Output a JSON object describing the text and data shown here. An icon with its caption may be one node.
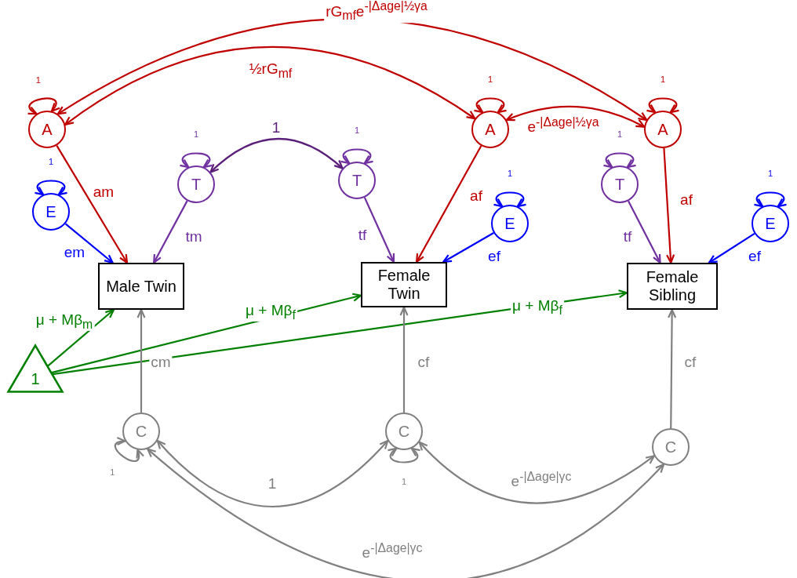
{
  "diagram": {
    "nodes": [
      {
        "text": [
          "A"
        ]
      },
      {
        "text": [
          "T"
        ]
      },
      {
        "text": [
          "T"
        ]
      },
      {
        "text": [
          "A"
        ]
      },
      {
        "text": [
          "A"
        ]
      },
      {
        "text": [
          "E"
        ]
      },
      {
        "text": [
          "T"
        ]
      },
      {
        "text": [
          "E"
        ]
      },
      {
        "text": [
          "E"
        ]
      },
      {
        "text": [
          "Male Twin"
        ]
      },
      {
        "text": [
          "Female Twin"
        ]
      },
      {
        "text": [
          "Female Sibling"
        ]
      },
      {
        "text": [
          "1"
        ]
      },
      {
        "text": [
          "C"
        ]
      },
      {
        "text": [
          "C"
        ]
      },
      {
        "text": [
          "C"
        ]
      }
    ],
    "edges": [
      {
        "from": 0,
        "to": 4,
        "arrow": "both",
        "label": "rG$_{mf}$e$^{-|Δage|½γa}$",
        "color": "#c00000"
      },
      {
        "from": 0,
        "to": 3,
        "arrow": "both",
        "label": "½rG$_{mf}$",
        "color": "#c00000"
      },
      {
        "from": 3,
        "to": 4,
        "arrow": "both",
        "label": "e$^{-|Δage|½γa}$",
        "color": "#c00000"
      },
      {
        "from": 1,
        "to": 2,
        "arrow": "both",
        "label": "1",
        "color": "#5b1f7a"
      },
      {
        "from": 0,
        "to": 0,
        "arrow": "both",
        "label": "1",
        "color": "#c00000"
      },
      {
        "from": 3,
        "to": 3,
        "arrow": "both",
        "label": "1",
        "color": "#c00000"
      },
      {
        "from": 4,
        "to": 4,
        "arrow": "both",
        "label": "1",
        "color": "#c00000"
      },
      {
        "from": 1,
        "to": 1,
        "arrow": "both",
        "label": "1",
        "color": "#7030a0"
      },
      {
        "from": 2,
        "to": 2,
        "arrow": "both",
        "label": "1",
        "color": "#7030a0"
      },
      {
        "from": 6,
        "to": 6,
        "arrow": "both",
        "label": "1",
        "color": "#7030a0"
      },
      {
        "from": 5,
        "to": 5,
        "arrow": "both",
        "label": "1",
        "color": "#0000ff"
      },
      {
        "from": 7,
        "to": 7,
        "arrow": "both",
        "label": "1",
        "color": "#0000ff"
      },
      {
        "from": 8,
        "to": 8,
        "arrow": "both",
        "label": "1",
        "color": "#0000ff"
      },
      {
        "from": 0,
        "to": 9,
        "arrow": "to",
        "label": "am",
        "color": "#c00000"
      },
      {
        "from": 1,
        "to": 9,
        "arrow": "to",
        "label": "tm",
        "color": "#7030a0"
      },
      {
        "from": 5,
        "to": 9,
        "arrow": "to",
        "label": "em",
        "color": "#0000ff"
      },
      {
        "from": 3,
        "to": 10,
        "arrow": "to",
        "label": "af",
        "color": "#c00000"
      },
      {
        "from": 2,
        "to": 10,
        "arrow": "to",
        "label": "tf",
        "color": "#7030a0"
      },
      {
        "from": 7,
        "to": 10,
        "arrow": "to",
        "label": "ef",
        "color": "#0000ff"
      },
      {
        "from": 4,
        "to": 11,
        "arrow": "to",
        "label": "af",
        "color": "#c00000"
      },
      {
        "from": 6,
        "to": 11,
        "arrow": "to",
        "label": "tf",
        "color": "#7030a0"
      },
      {
        "from": 8,
        "to": 11,
        "arrow": "to",
        "label": "ef",
        "color": "#0000ff"
      },
      {
        "from": 12,
        "to": 9,
        "arrow": "to",
        "label": "μ  + Mβ$_{m}$",
        "color": "#008000"
      },
      {
        "from": 12,
        "to": 10,
        "arrow": "to",
        "label": "μ  + Mβ$_{f}$",
        "color": "#008000"
      },
      {
        "from": 12,
        "to": 11,
        "arrow": "to",
        "label": "μ  + Mβ$_{f}$",
        "color": "#008000"
      },
      {
        "from": 13,
        "to": 9,
        "arrow": "to",
        "label": "cm",
        "color": "#808080"
      },
      {
        "from": 14,
        "to": 10,
        "arrow": "to",
        "label": "cf",
        "color": "#808080"
      },
      {
        "from": 15,
        "to": 11,
        "arrow": "to",
        "label": "cf",
        "color": "#808080"
      },
      {
        "from": 13,
        "to": 13,
        "arrow": "both",
        "label": "1",
        "color": "#808080"
      },
      {
        "from": 14,
        "to": 14,
        "arrow": "both",
        "label": "1",
        "color": "#808080"
      },
      {
        "from": 13,
        "to": 14,
        "arrow": "both",
        "label": "1",
        "color": "#808080"
      },
      {
        "from": 14,
        "to": 15,
        "arrow": "both",
        "label": "e$^{-|Δage|γc}$",
        "color": "#808080"
      },
      {
        "from": 13,
        "to": 15,
        "arrow": "both",
        "label": "e$^{-|Δage|γc}$",
        "color": "#808080"
      }
    ]
  }
}
